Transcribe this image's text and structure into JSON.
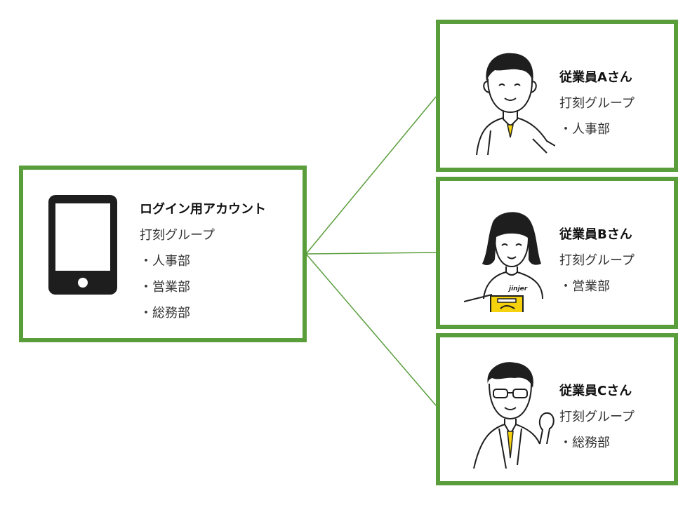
{
  "login": {
    "title": "ログイン用アカウント",
    "group_label": "打刻グループ",
    "departments": [
      "・人事部",
      "・営業部",
      "・総務部"
    ]
  },
  "employees": [
    {
      "name": "従業員Aさん",
      "group_label": "打刻グループ",
      "department": "・人事部"
    },
    {
      "name": "従業員Bさん",
      "group_label": "打刻グループ",
      "department": "・営業部",
      "badge": "jinjer"
    },
    {
      "name": "従業員Cさん",
      "group_label": "打刻グループ",
      "department": "・総務部"
    }
  ],
  "colors": {
    "border": "#5a9e3c",
    "connector": "#5a9e3c",
    "accent": "#f5d20b",
    "icon": "#1e1e1e"
  },
  "icons": {
    "login": "smartphone-icon",
    "employee_a": "man-avatar-icon",
    "employee_b": "woman-avatar-icon",
    "employee_c": "man-glasses-avatar-icon"
  }
}
